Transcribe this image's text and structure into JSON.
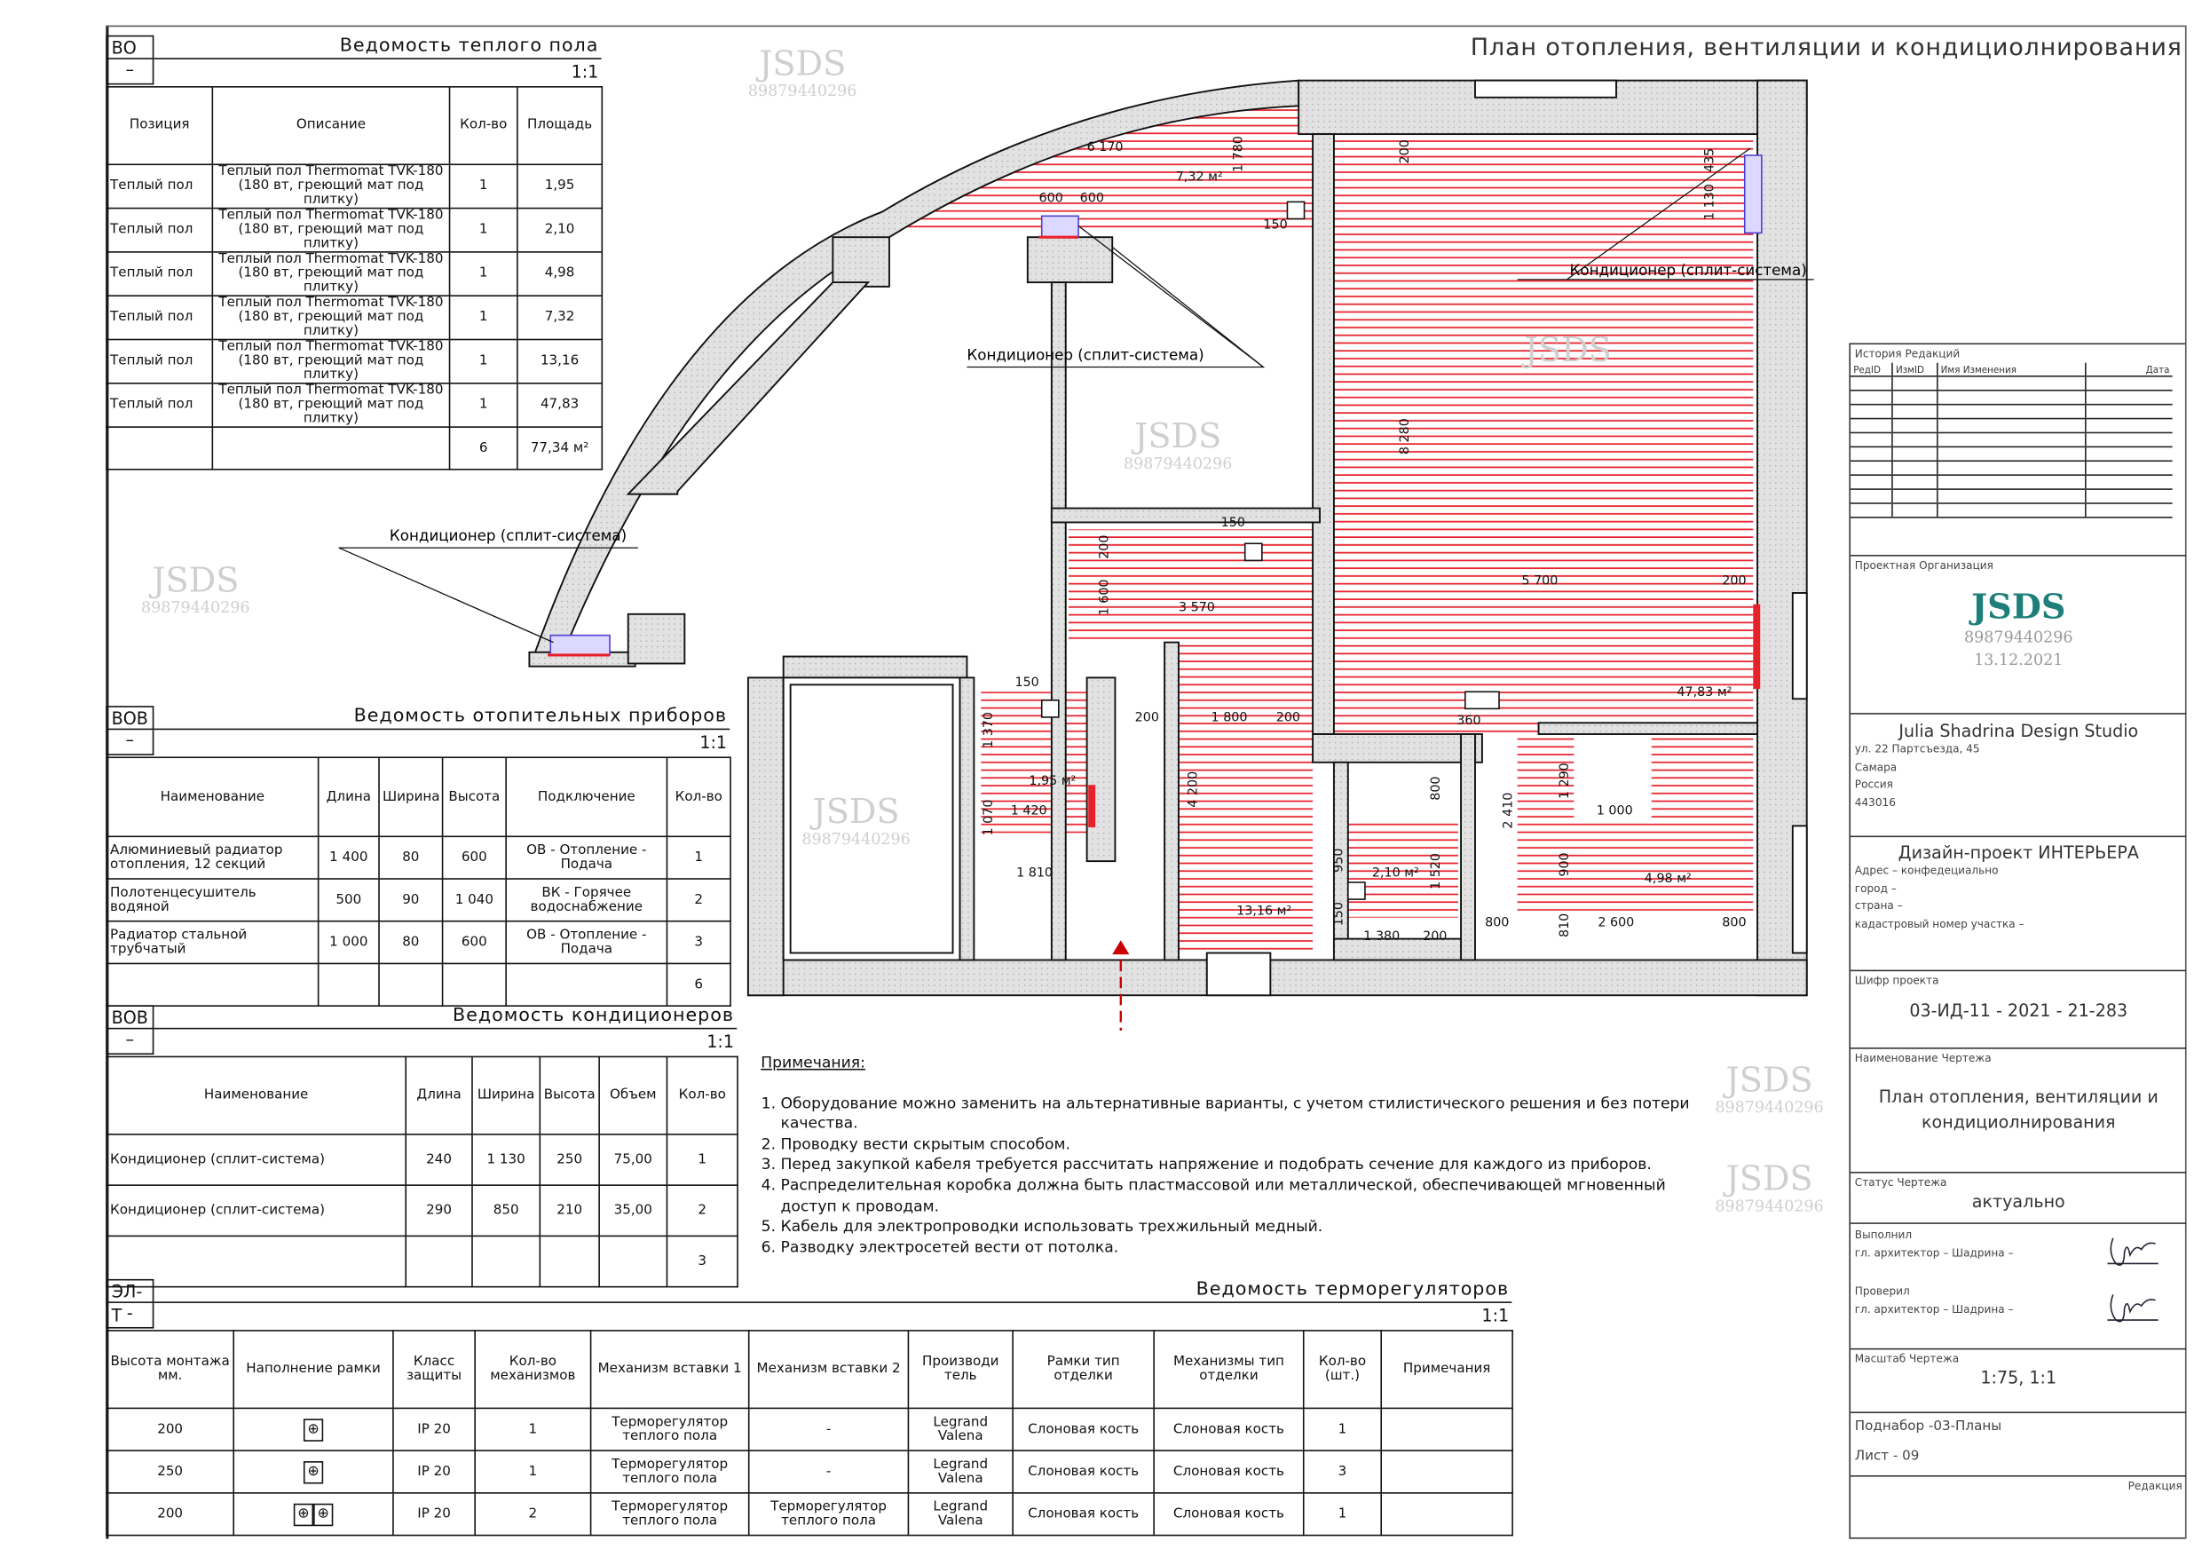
{
  "sheet_title": "План отопления, вентиляции и кондициолнирования",
  "watermark": {
    "logo": "JSDS",
    "phone": "89879440296"
  },
  "tables": {
    "floor": {
      "code": "ВО",
      "dash": "–",
      "title": "Ведомость теплого пола",
      "scale": "1:1",
      "columns": [
        "Позиция",
        "Описание",
        "Кол-во",
        "Площадь"
      ],
      "rows": [
        [
          "Теплый пол",
          "Теплый пол Thermomat TVK-180 (180 вт, греющий мат под плитку)",
          "1",
          "1,95"
        ],
        [
          "Теплый пол",
          "Теплый пол Thermomat TVK-180 (180 вт, греющий мат под плитку)",
          "1",
          "2,10"
        ],
        [
          "Теплый пол",
          "Теплый пол Thermomat TVK-180 (180 вт, греющий мат под плитку)",
          "1",
          "4,98"
        ],
        [
          "Теплый пол",
          "Теплый пол Thermomat TVK-180 (180 вт, греющий мат под плитку)",
          "1",
          "7,32"
        ],
        [
          "Теплый пол",
          "Теплый пол Thermomat TVK-180 (180 вт, греющий мат под плитку)",
          "1",
          "13,16"
        ],
        [
          "Теплый пол",
          "Теплый пол Thermomat TVK-180 (180 вт, греющий мат под плитку)",
          "1",
          "47,83"
        ]
      ],
      "total": [
        "",
        "",
        "6",
        "77,34 м²"
      ]
    },
    "heating": {
      "code": "ВОВ",
      "dash": "–",
      "title": "Ведомость отопительных приборов",
      "scale": "1:1",
      "columns": [
        "Наименование",
        "Длина",
        "Ширина",
        "Высота",
        "Подключение",
        "Кол-во"
      ],
      "rows": [
        [
          "Алюминиевый радиатор отопления, 12 секций",
          "1 400",
          "80",
          "600",
          "ОВ - Отопление - Подача",
          "1"
        ],
        [
          "Полотенцесушитель водяной",
          "500",
          "90",
          "1 040",
          "ВК - Горячее водоснабжение",
          "2"
        ],
        [
          "Радиатор стальной трубчатый",
          "1 000",
          "80",
          "600",
          "ОВ - Отопление - Подача",
          "3"
        ]
      ],
      "total": [
        "",
        "",
        "",
        "",
        "",
        "6"
      ]
    },
    "ac": {
      "code": "ВОВ",
      "dash": "–",
      "title": "Ведомость кондиционеров",
      "scale": "1:1",
      "columns": [
        "Наименование",
        "Длина",
        "Ширина",
        "Высота",
        "Объем",
        "Кол-во"
      ],
      "rows": [
        [
          "Кондиционер (сплит-система)",
          "240",
          "1 130",
          "250",
          "75,00",
          "1"
        ],
        [
          "Кондиционер (сплит-система)",
          "290",
          "850",
          "210",
          "35,00",
          "2"
        ]
      ],
      "total": [
        "",
        "",
        "",
        "",
        "",
        "3"
      ]
    },
    "thermo": {
      "code": "ЭЛ-Т",
      "dash": "-",
      "title": "Ведомость терморегуляторов",
      "scale": "1:1",
      "columns": [
        "Высота монтажа мм.",
        "Наполнение рамки",
        "Класс защиты",
        "Кол-во механизмов",
        "Механизм вставки 1",
        "Механизм вставки 2",
        "Производи тель",
        "Рамки тип отделки",
        "Механизмы тип отделки",
        "Кол-во (шт.)",
        "Примечания"
      ],
      "frame_icon": "thermostat-socket-icon",
      "rows": [
        [
          "200",
          1,
          "IP 20",
          "1",
          "Терморегулятор теплого пола",
          "-",
          "Legrand Valena",
          "Слоновая кость",
          "Слоновая кость",
          "1",
          ""
        ],
        [
          "250",
          1,
          "IP 20",
          "1",
          "Терморегулятор теплого пола",
          "-",
          "Legrand Valena",
          "Слоновая кость",
          "Слоновая кость",
          "3",
          ""
        ],
        [
          "200",
          2,
          "IP 20",
          "2",
          "Терморегулятор теплого пола",
          "Терморегулятор теплого пола",
          "Legrand Valena",
          "Слоновая кость",
          "Слоновая кость",
          "1",
          ""
        ]
      ]
    }
  },
  "notes": {
    "title": "Примечания:",
    "items": [
      "Оборудование можно заменить на альтернативные варианты, с учетом стилистического решения и без потери качества.",
      "Проводку вести скрытым способом.",
      "Перед закупкой кабеля требуется рассчитать напряжение и подобрать сечение для каждого из приборов.",
      "Распределительная коробка должна быть пластмассовой или металлической, обеспечивающей мгновенный доступ к проводам.",
      "Кабель для электропроводки использовать трехжильный медный.",
      "Разводку электросетей вести от потолка."
    ]
  },
  "plan": {
    "ac_label": "Кондиционер (сплит-система)",
    "colors": {
      "heating": "#e8202a",
      "wall": "#d9d9d9",
      "ac_unit": "#4b3fd0"
    },
    "dims": [
      "6 170",
      "7,32 м²",
      "1 780",
      "600",
      "600",
      "150",
      "200",
      "1 130",
      "435",
      "8 280",
      "5 700",
      "200",
      "47,83 м²",
      "150",
      "200",
      "1 600",
      "3 570",
      "150",
      "1 370",
      "1,95 м²",
      "1 420",
      "1 070",
      "1 810",
      "200",
      "1 800",
      "200",
      "4 200",
      "13,16 м²",
      "360",
      "2,10 м²",
      "950",
      "1 520",
      "150",
      "1 380",
      "200",
      "800",
      "2 410",
      "1 290",
      "1 000",
      "900",
      "4,98 м²",
      "800",
      "810",
      "2 600",
      "800"
    ]
  },
  "title_block": {
    "history_caption": "История Редакций",
    "history_cols": [
      "РедID",
      "ИзмID",
      "Имя Изменения",
      "Дата"
    ],
    "org_caption": "Проектная Организация",
    "org_logo": "JSDS",
    "org_phone": "89879440296",
    "org_date": "13.12.2021",
    "studio_name": "Julia Shadrina Design Studio",
    "studio_address": [
      "ул. 22 Партсъезда, 45",
      "Самара",
      "Россия",
      "443016"
    ],
    "project_title": "Дизайн-проект ИНТЕРЬЕРА",
    "project_lines": [
      "Адрес – конфедециально",
      "город –",
      "страна –",
      "кадастровый номер участка –"
    ],
    "code_caption": "Шифр проекта",
    "code": "03-ИД-11 - 2021 - 21-283",
    "drawing_name_caption": "Наименование Чертежа",
    "drawing_name": "План отопления, вентиляции и кондициолнирования",
    "status_caption": "Статус Чертежа",
    "status": "актуально",
    "made_caption": "Выполнил",
    "made_by": "гл. архитектор – Шадрина –",
    "checked_caption": "Проверил",
    "checked_by": "гл. архитектор – Шадрина –",
    "scale_caption": "Масштаб Чертежа",
    "scale": "1:75, 1:1",
    "subset": "Поднабор -03-Планы",
    "sheet": "Лист - 09",
    "revision_caption": "Редакция"
  }
}
